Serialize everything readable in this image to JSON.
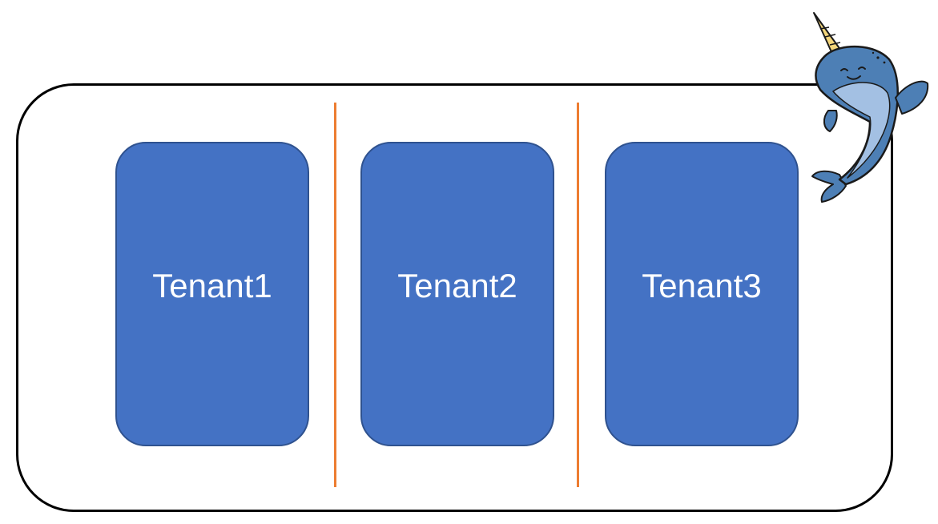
{
  "tenants": [
    {
      "label": "Tenant1"
    },
    {
      "label": "Tenant2"
    },
    {
      "label": "Tenant3"
    }
  ],
  "mascot": {
    "icon": "narwhal-icon"
  },
  "colors": {
    "tenant_fill": "#4472c4",
    "tenant_border": "#2f528f",
    "tenant_text": "#ffffff",
    "divider": "#ed7d31",
    "outline": "#000000",
    "narwhal_body": "#4d7fb5",
    "narwhal_belly": "#a3c0e3",
    "narwhal_horn": "#f3d57a"
  }
}
